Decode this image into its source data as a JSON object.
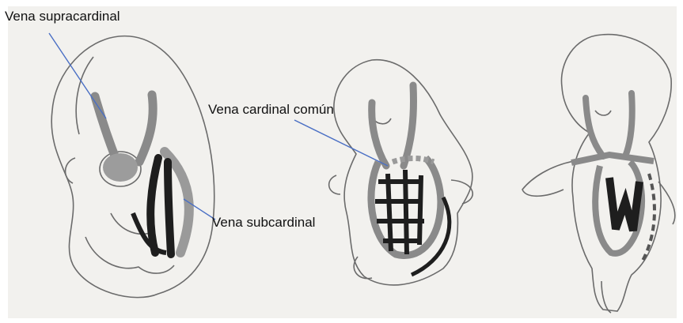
{
  "labels": {
    "supracardinal": "Vena supracardinal",
    "cardinal_comun": "Vena cardinal común",
    "subcardinal": "Vena subcardinal"
  },
  "colors": {
    "paper": "#f2f1ee",
    "outline": "#6b6b6b",
    "vein_grey": "#8a8a8a",
    "vein_dark": "#1e1e1e",
    "leader": "#4a6fc4"
  }
}
